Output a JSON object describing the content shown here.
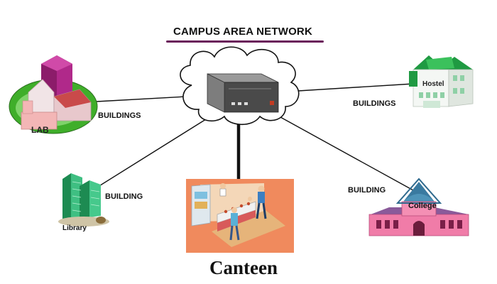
{
  "diagram": {
    "title": "CAMPUS AREA NETWORK",
    "colors": {
      "title_underline": "#6a1b5a",
      "lines": "#111111",
      "cloud_fill": "#ffffff",
      "canteen_bg": "#f08a5d"
    },
    "icons": {
      "hub": "server-icon",
      "cloud": "cloud-icon"
    }
  },
  "nodes": {
    "lab": {
      "name": "LAB",
      "connection_label": "BUILDINGS",
      "icon": "lab-building-icon"
    },
    "hostel": {
      "name": "Hostel",
      "connection_label": "BUILDINGS",
      "icon": "hostel-building-icon"
    },
    "library": {
      "name": "Library",
      "connection_label": "BUILDING",
      "icon": "library-building-icon"
    },
    "college": {
      "name": "College",
      "connection_label": "BUILDING",
      "icon": "college-building-icon"
    },
    "canteen": {
      "name": "Canteen",
      "icon": "canteen-scene-icon"
    }
  }
}
